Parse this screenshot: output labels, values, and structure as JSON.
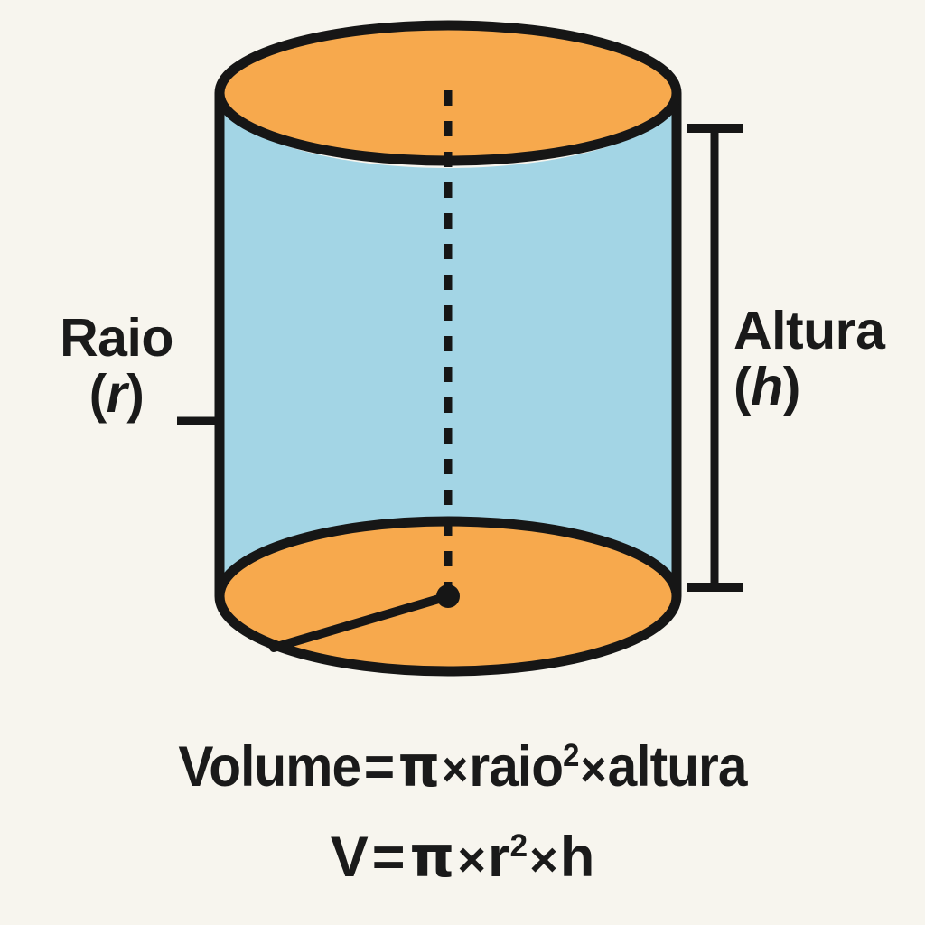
{
  "figure": {
    "shape_name": "cylinder",
    "background_color": "#f7f5ee",
    "outline_color": "#161616",
    "top_face_color": "#f7a94d",
    "bottom_face_color": "#f7a94d",
    "side_face_color": "#a3d5e5"
  },
  "labels": {
    "radius": {
      "name": "Raio",
      "symbol": "(r)",
      "symbol_letter": "r"
    },
    "height": {
      "name": "Altura",
      "symbol": "(h)",
      "symbol_letter": "h"
    }
  },
  "formulas": {
    "line1": {
      "lhs": "Volume",
      "equals": "=",
      "pi": "π",
      "times1": "×",
      "term1": "raio",
      "exponent": "2",
      "times2": "×",
      "term2": "altura",
      "full_text": "Volume = π × raio² × altura"
    },
    "line2": {
      "lhs": "V",
      "equals": "=",
      "pi": "π",
      "times1": "×",
      "term1": "r",
      "exponent": "2",
      "times2": "×",
      "term2": "h",
      "full_text": "V = π × r² × h"
    }
  }
}
